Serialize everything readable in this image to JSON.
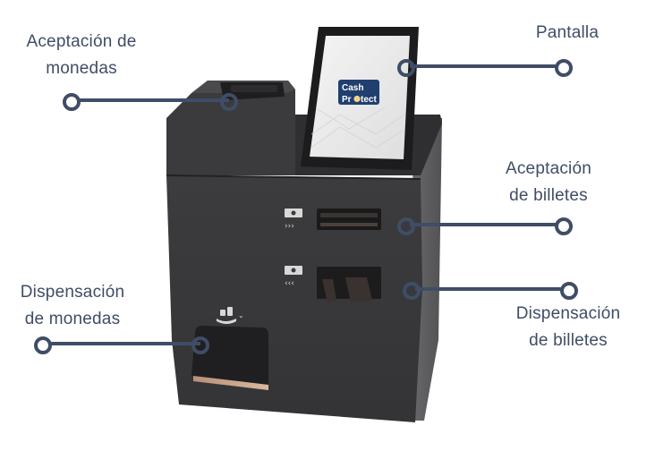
{
  "diagram": {
    "subject": "Cash recycling kiosk",
    "screen_logo": {
      "line1": "Cash",
      "line2": "Pr●tect",
      "brand_color": "#1f3f6e",
      "dot_color": "#f1d48a"
    },
    "colors": {
      "callout": "#3f4d66",
      "machine_body": "#3a3a3c",
      "machine_side": "#5d5d5f",
      "screen_bg": "#ececec"
    }
  },
  "callouts": [
    {
      "id": "coin-acceptance",
      "line1": "Aceptación de",
      "line2": "monedas"
    },
    {
      "id": "screen",
      "line1": "Pantalla"
    },
    {
      "id": "banknote-acceptance",
      "line1": "Aceptación",
      "line2": "de billetes"
    },
    {
      "id": "coin-dispensing",
      "line1": "Dispensación",
      "line2": "de monedas"
    },
    {
      "id": "banknote-dispensing",
      "line1": "Dispensación",
      "line2": "de billetes"
    }
  ]
}
